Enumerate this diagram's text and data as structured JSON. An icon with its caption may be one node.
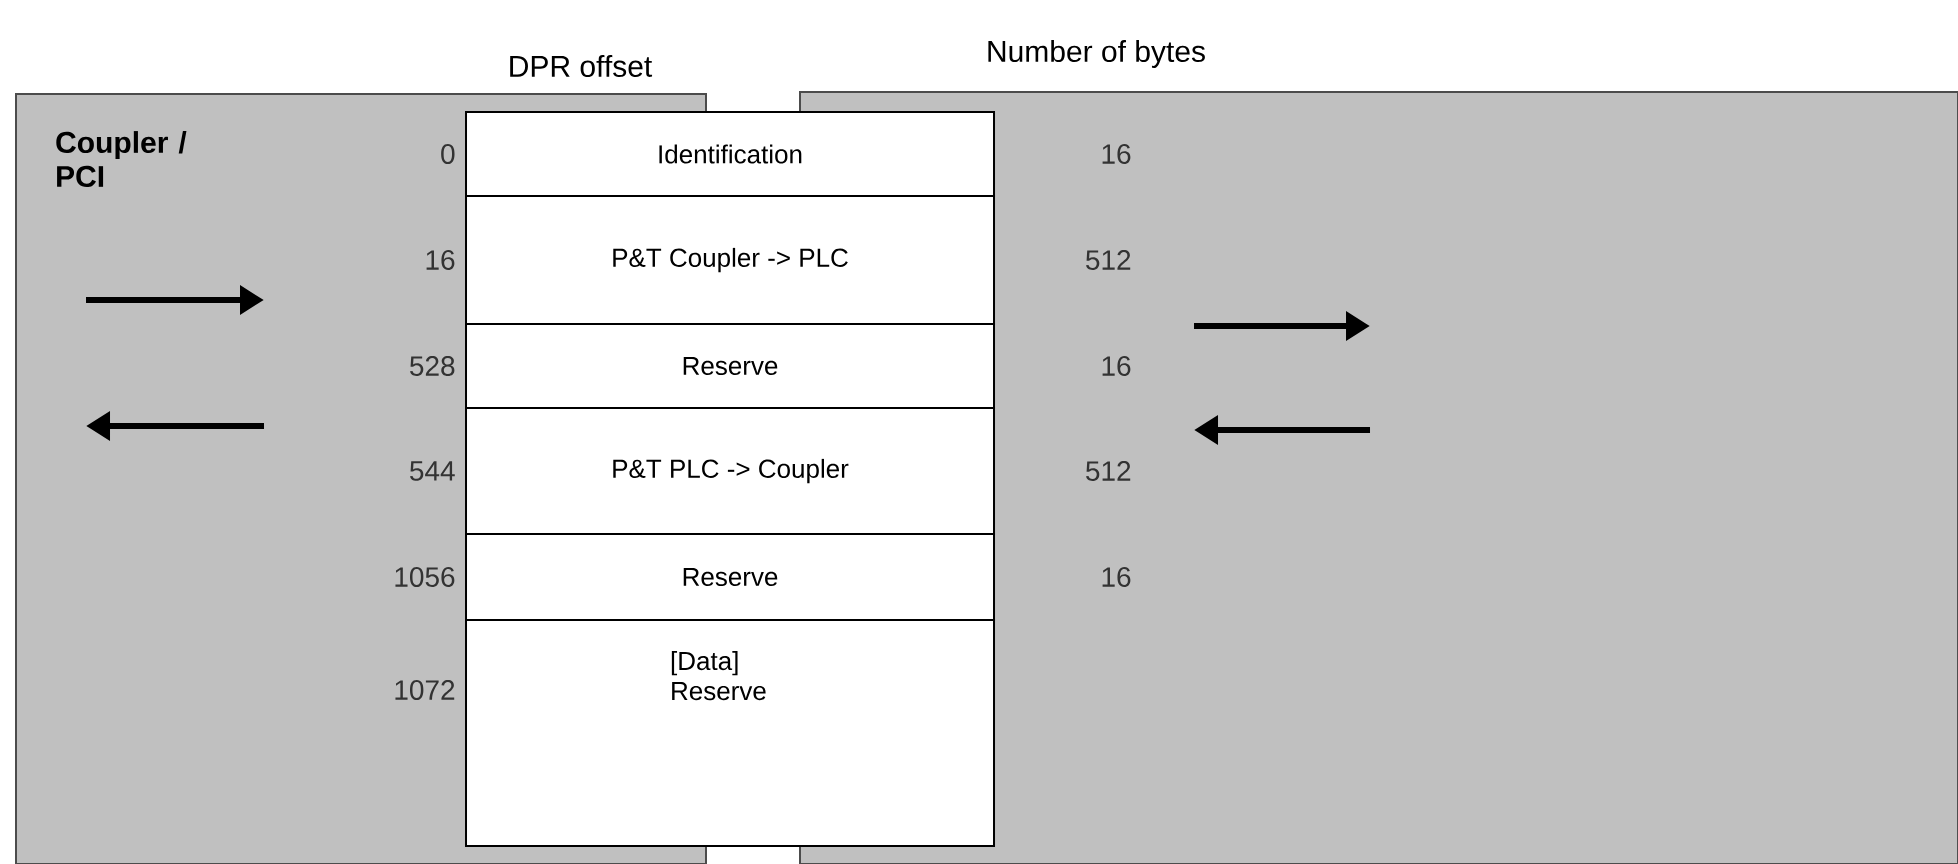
{
  "diagram": {
    "nodes": [
      {
        "text": [
          "Coupler / PCI"
        ]
      },
      {
        "text": [],
        "shape": "box"
      },
      {
        "text": [
          "Identification"
        ],
        "beside": [
          "0"
        ]
      },
      {
        "text": [
          "P&T Coupler -> PLC"
        ],
        "beside": [
          "16"
        ]
      },
      {
        "text": [
          "Reserve"
        ],
        "beside": [
          "528"
        ]
      },
      {
        "text": [
          "P&T PLC -> Coupler"
        ],
        "beside": [
          "544"
        ]
      },
      {
        "text": [
          "Reserve"
        ],
        "beside": [
          "1056"
        ]
      },
      {
        "text": [
          "[Data] Reserve"
        ],
        "beside": [
          "1072"
        ]
      }
    ],
    "labels": [
      "DPR offset",
      "Number of bytes",
      "16",
      "512",
      "16",
      "512",
      "16"
    ]
  }
}
